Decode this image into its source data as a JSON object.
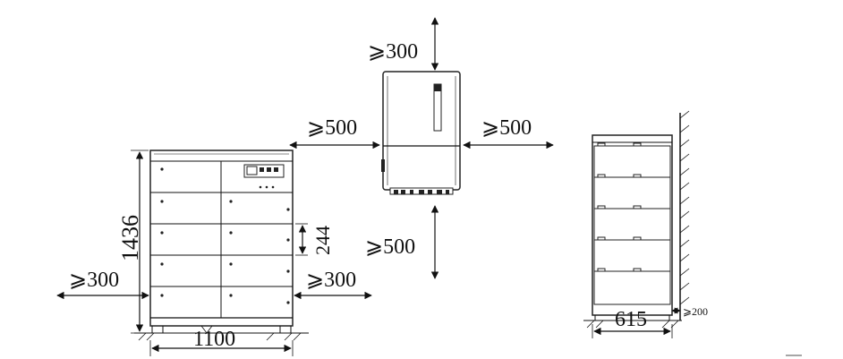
{
  "labels": {
    "inverter_top_clearance": "⩾300",
    "inverter_left_clearance": "⩾500",
    "inverter_right_clearance": "⩾500",
    "inverter_bottom_clearance": "⩾500",
    "cabinet_height": "1436",
    "cabinet_width": "1100",
    "module_height": "244",
    "cabinet_left_clearance": "⩾300",
    "cabinet_right_clearance": "⩾300",
    "side_depth": "615",
    "wall_clearance": "⩾200"
  }
}
